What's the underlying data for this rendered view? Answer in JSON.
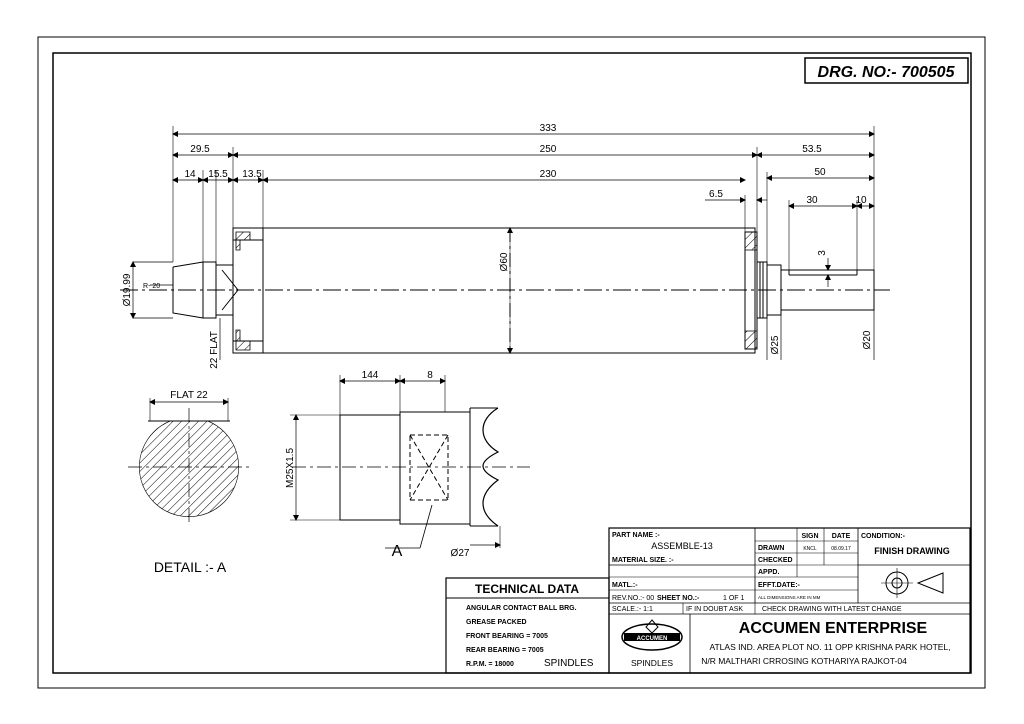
{
  "drawing_number": "DRG. NO:- 700505",
  "dimensions": {
    "overall": "333",
    "left_overhang": "29.5",
    "body_length": "250",
    "right_overhang": "53.5",
    "d14": "14",
    "d15_5": "15.5",
    "d13_5": "13.5",
    "roller_length": "230",
    "d6_5": "6.5",
    "d50": "50",
    "d30": "30",
    "d10": "10",
    "d3": "3",
    "dia60": "Ø60",
    "dia19_99": "Ø19.99",
    "r20": "R- 20",
    "flat22_vertical": "22 FLAT",
    "dia25": "Ø25",
    "dia20": "Ø20",
    "flat22": "FLAT 22",
    "d144": "144",
    "d8": "8",
    "thread": "M25X1.5",
    "dia27": "Ø27"
  },
  "labels": {
    "detail": "DETAIL :- A",
    "section_letter": "A"
  },
  "technical_data": {
    "title": "TECHNICAL DATA",
    "lines": [
      "ANGULAR CONTACT BALL BRG.",
      "GREASE PACKED",
      "FRONT BEARING = 7005",
      "REAR BEARING = 7005",
      "R.P.M. = 18000"
    ],
    "product": "SPINDLES"
  },
  "title_block": {
    "part_name_label": "PART NAME :-",
    "part_name": "ASSEMBLE-13",
    "material_size_label": "MATERIAL SIZE. :-",
    "matl_label": "MATL.:-",
    "rev_label": "REV.NO.:- 00",
    "sheet_label": "SHEET NO.:-",
    "sheet_value": "1 OF 1",
    "scale_label": "SCALE.:- 1:1",
    "if_in_doubt": "IF IN DOUBT ASK",
    "sign_header": "SIGN",
    "date_header": "DATE",
    "condition_label": "CONDITION:-",
    "condition_value": "FINISH DRAWING",
    "drawn_label": "DRAWN",
    "drawn_sign": "KNCL",
    "drawn_date": "08.09.17",
    "checked_label": "CHECKED",
    "appd_label": "APPD.",
    "efft_date_label": "EFFT.DATE:-",
    "units_note": "ALL DIMENSIONS ARE IN MM",
    "check_note": "CHECK DRAWING WITH LATEST CHANGE",
    "company_name": "ACCUMEN ENTERPRISE",
    "address_line1": "ATLAS IND. AREA PLOT NO. 11 OPP KRISHNA PARK HOTEL,",
    "address_line2": "N/R MALTHARI CRROSING KOTHARIYA RAJKOT-04",
    "logo_text": "ACCUMEN",
    "logo_caption": "SPINDLES"
  },
  "colors": {
    "line": "#000000",
    "paper": "#ffffff"
  }
}
